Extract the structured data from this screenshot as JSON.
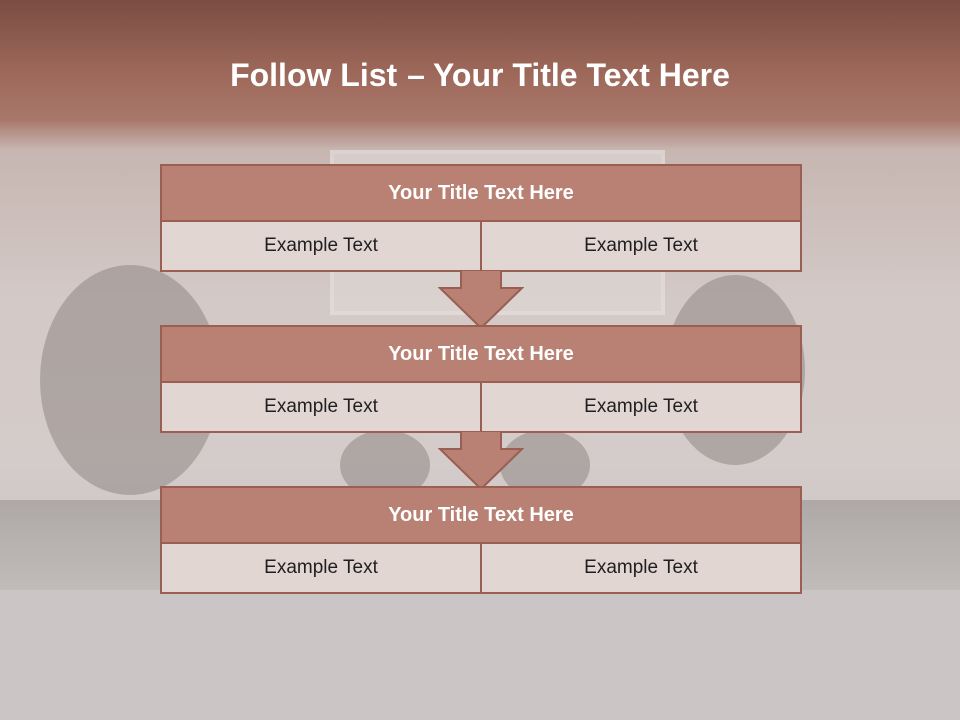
{
  "slide": {
    "title_bold": "Follow List",
    "title_dash": "–",
    "title_rest": "Your Title Text Here"
  },
  "stages": [
    {
      "header": "Your Title Text Here",
      "left": "Example Text",
      "right": "Example Text"
    },
    {
      "header": "Your Title Text Here",
      "left": "Example Text",
      "right": "Example Text"
    },
    {
      "header": "Your Title Text Here",
      "left": "Example Text",
      "right": "Example Text"
    }
  ],
  "colors": {
    "header_fill": "#b88173",
    "cell_fill": "#e2d6d3",
    "border": "#9a5e52",
    "arrow_fill": "#b88173"
  }
}
